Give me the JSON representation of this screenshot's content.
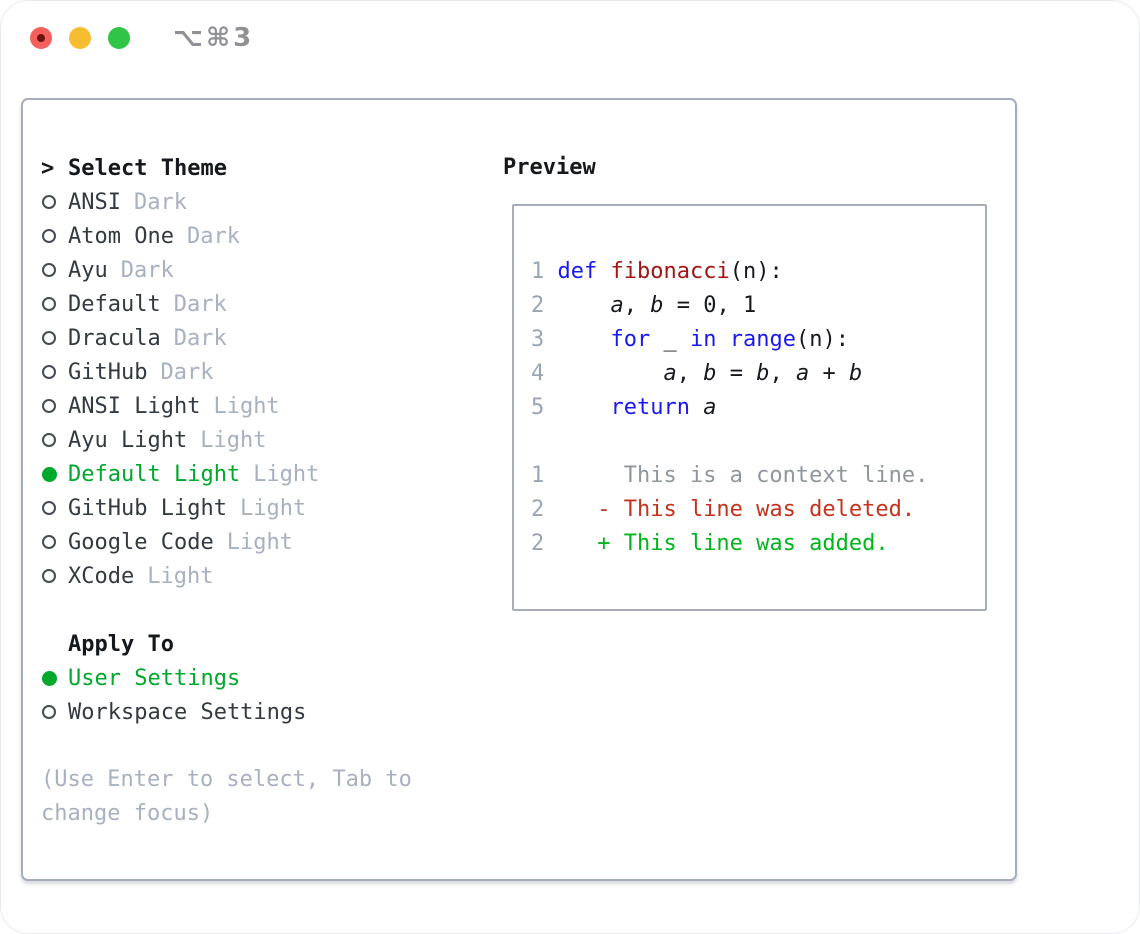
{
  "window": {
    "title": "⌥⌘3",
    "traffic_lights": [
      {
        "name": "close",
        "color": "#f4615c"
      },
      {
        "name": "minimize",
        "color": "#f7bd30"
      },
      {
        "name": "zoom",
        "color": "#30c546"
      }
    ]
  },
  "select_theme": {
    "prompt": ">",
    "title": "Select Theme",
    "options": [
      {
        "name": "ANSI",
        "variant": "Dark",
        "selected": false
      },
      {
        "name": "Atom One",
        "variant": "Dark",
        "selected": false
      },
      {
        "name": "Ayu",
        "variant": "Dark",
        "selected": false
      },
      {
        "name": "Default",
        "variant": "Dark",
        "selected": false
      },
      {
        "name": "Dracula",
        "variant": "Dark",
        "selected": false
      },
      {
        "name": "GitHub",
        "variant": "Dark",
        "selected": false
      },
      {
        "name": "ANSI Light",
        "variant": "Light",
        "selected": false
      },
      {
        "name": "Ayu Light",
        "variant": "Light",
        "selected": false
      },
      {
        "name": "Default Light",
        "variant": "Light",
        "selected": true
      },
      {
        "name": "GitHub Light",
        "variant": "Light",
        "selected": false
      },
      {
        "name": "Google Code",
        "variant": "Light",
        "selected": false
      },
      {
        "name": "XCode",
        "variant": "Light",
        "selected": false
      }
    ]
  },
  "apply_to": {
    "title": "Apply To",
    "options": [
      {
        "name": "User Settings",
        "selected": true
      },
      {
        "name": "Workspace Settings",
        "selected": false
      }
    ]
  },
  "help": {
    "line1": "(Use Enter to select, Tab to",
    "line2": "change focus)"
  },
  "preview": {
    "title": "Preview",
    "lines": [
      {
        "tokens": [
          {
            "t": "1 ",
            "c": "ln"
          },
          {
            "t": "def",
            "c": "kw"
          },
          {
            "t": " ",
            "c": "pl"
          },
          {
            "t": "fibonacci",
            "c": "fn"
          },
          {
            "t": "(n):",
            "c": "pl"
          }
        ]
      },
      {
        "tokens": [
          {
            "t": "2 ",
            "c": "ln"
          },
          {
            "t": "    ",
            "c": "pl"
          },
          {
            "t": "a",
            "c": "var"
          },
          {
            "t": ", ",
            "c": "pl"
          },
          {
            "t": "b",
            "c": "var"
          },
          {
            "t": " = 0, 1",
            "c": "pl"
          }
        ]
      },
      {
        "tokens": [
          {
            "t": "3 ",
            "c": "ln"
          },
          {
            "t": "    ",
            "c": "pl"
          },
          {
            "t": "for",
            "c": "kw"
          },
          {
            "t": " _ ",
            "c": "pl"
          },
          {
            "t": "in",
            "c": "kw"
          },
          {
            "t": " ",
            "c": "pl"
          },
          {
            "t": "range",
            "c": "kw"
          },
          {
            "t": "(n):",
            "c": "pl"
          }
        ]
      },
      {
        "tokens": [
          {
            "t": "4 ",
            "c": "ln"
          },
          {
            "t": "        ",
            "c": "pl"
          },
          {
            "t": "a",
            "c": "var"
          },
          {
            "t": ", ",
            "c": "pl"
          },
          {
            "t": "b",
            "c": "var"
          },
          {
            "t": " = ",
            "c": "pl"
          },
          {
            "t": "b",
            "c": "var"
          },
          {
            "t": ", ",
            "c": "pl"
          },
          {
            "t": "a",
            "c": "var"
          },
          {
            "t": " + ",
            "c": "pl"
          },
          {
            "t": "b",
            "c": "var"
          }
        ]
      },
      {
        "tokens": [
          {
            "t": "5 ",
            "c": "ln"
          },
          {
            "t": "    ",
            "c": "pl"
          },
          {
            "t": "return",
            "c": "kw"
          },
          {
            "t": " ",
            "c": "pl"
          },
          {
            "t": "a",
            "c": "var"
          }
        ]
      },
      {
        "tokens": []
      },
      {
        "tokens": [
          {
            "t": "1",
            "c": "ln"
          },
          {
            "t": "      This is a context line.",
            "c": "ctx"
          }
        ]
      },
      {
        "tokens": [
          {
            "t": "2",
            "c": "ln"
          },
          {
            "t": "    - This line was deleted.",
            "c": "del"
          }
        ]
      },
      {
        "tokens": [
          {
            "t": "2",
            "c": "ln"
          },
          {
            "t": "    + This line was added.",
            "c": "add"
          }
        ]
      }
    ]
  },
  "colors": {
    "selection_green": "#00a82b",
    "added_green": "#00b61c",
    "deleted_red": "#c3331d",
    "keyword_blue": "#1a1aee",
    "function_red": "#a31515",
    "context_gray": "#90969e",
    "line_number_gray": "#9aa5b3",
    "muted_gray": "#a7b1bf",
    "text_dark": "#343a42",
    "panel_border": "#a6aeb9"
  }
}
